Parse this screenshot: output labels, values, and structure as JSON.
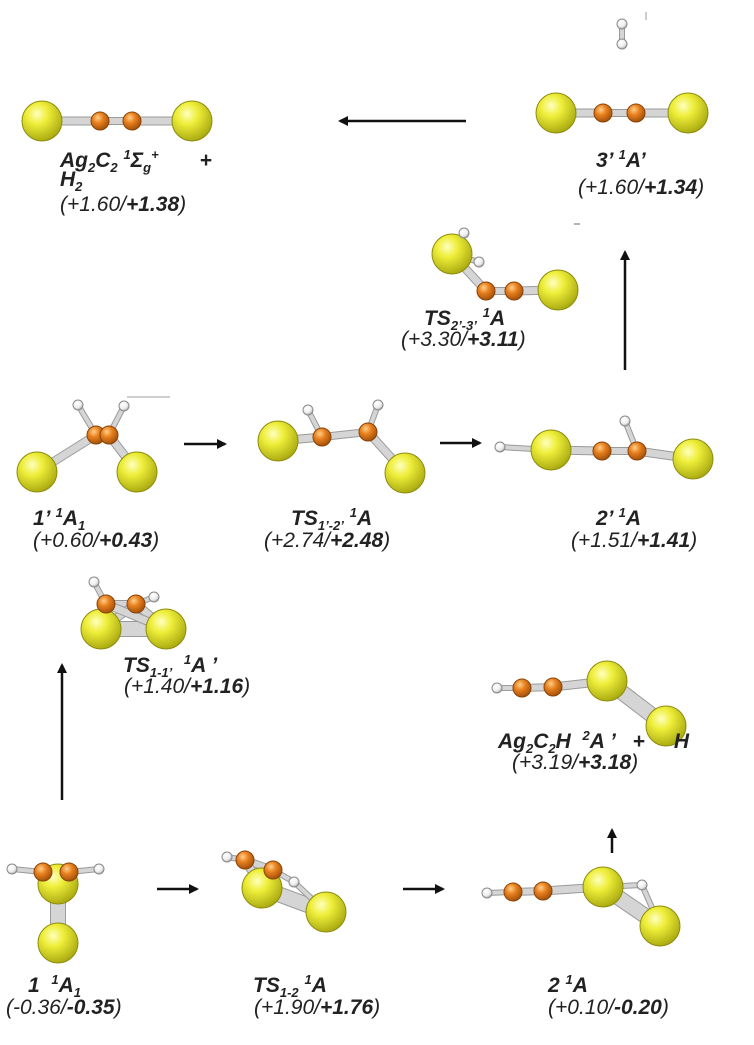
{
  "colors": {
    "ag": "#e3e31c",
    "ag_edge": "#8d8d0e",
    "c": "#e07a1a",
    "c_edge": "#8a4308",
    "h": "#f2f2f2",
    "bond": "#d5d5d5",
    "arrow": "#111111",
    "text": "#222222"
  },
  "species": [
    {
      "id": "ag2c2",
      "name_html": "Ag<sub>2</sub>C<sub>2</sub> <sup>1</sup>&Sigma;<sub>g</sub><sup>+</sup>&nbsp;&nbsp;&nbsp;&nbsp;&nbsp;&nbsp;&nbsp;+",
      "name2_html": "H<sub>2</sub>",
      "e1": "+1.60",
      "e2": "+1.38"
    },
    {
      "id": "s3p",
      "name_html": "3&rsquo; <sup>1</sup>A&rsquo;",
      "e1": "+1.60",
      "e2": "+1.34"
    },
    {
      "id": "ts23",
      "name_html": "TS<sub>2&rsquo;-3&rsquo;</sub> <sup>1</sup>A",
      "e1": "+3.30",
      "e2": "+3.11"
    },
    {
      "id": "s1p",
      "name_html": "1&rsquo; <sup>1</sup>A<sub>1</sub>",
      "e1": "+0.60",
      "e2": "+0.43"
    },
    {
      "id": "ts12p",
      "name_html": "TS<sub>1&rsquo;-2&rsquo;</sub> <sup>1</sup>A",
      "e1": "+2.74",
      "e2": "+2.48"
    },
    {
      "id": "s2p",
      "name_html": "2&rsquo; <sup>1</sup>A",
      "e1": "+1.51",
      "e2": "+1.41"
    },
    {
      "id": "ts11p",
      "name_html": "TS<sub>1-1&rsquo;</sub> &nbsp;<sup>1</sup>A &rsquo;",
      "e1": "+1.40",
      "e2": "+1.16"
    },
    {
      "id": "ag2c2h",
      "name_html": "Ag<sub>2</sub>C<sub>2</sub>H &nbsp;<sup>2</sup>A &rsquo; &nbsp;&nbsp;+ &nbsp;&nbsp;&nbsp;&nbsp;H",
      "e1": "+3.19",
      "e2": "+3.18"
    },
    {
      "id": "s1",
      "name_html": "1 &nbsp;<sup>1</sup>A<sub>1</sub>",
      "e1": "-0.36",
      "e2": "-0.35"
    },
    {
      "id": "ts12",
      "name_html": "TS<sub>1-2</sub> <sup>1</sup>A",
      "e1": "+1.90",
      "e2": "+1.76"
    },
    {
      "id": "s2",
      "name_html": "2 <sup>1</sup>A",
      "e1": "+0.10",
      "e2": "-0.20"
    }
  ]
}
